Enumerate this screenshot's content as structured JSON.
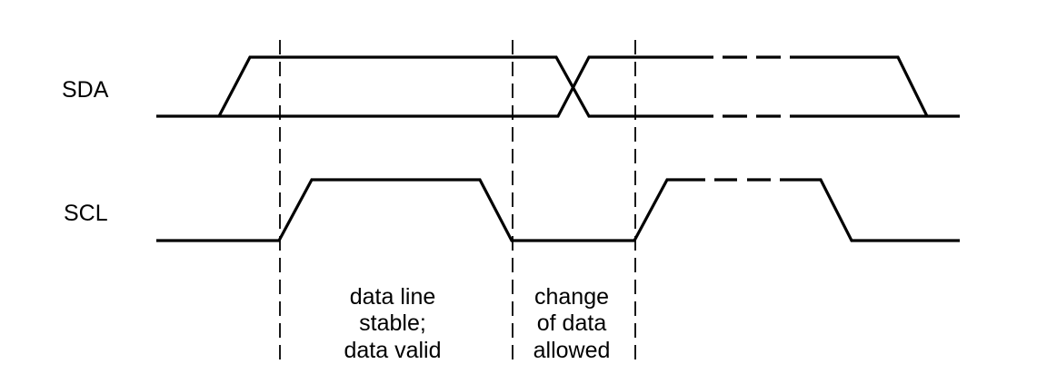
{
  "signals": {
    "sda": {
      "label": "SDA"
    },
    "scl": {
      "label": "SCL"
    }
  },
  "annotations": {
    "stable": [
      "data line",
      "stable;",
      "data valid"
    ],
    "change": [
      "change",
      "of data",
      "allowed"
    ]
  },
  "colors": {
    "line": "#000000",
    "background": "#ffffff"
  }
}
